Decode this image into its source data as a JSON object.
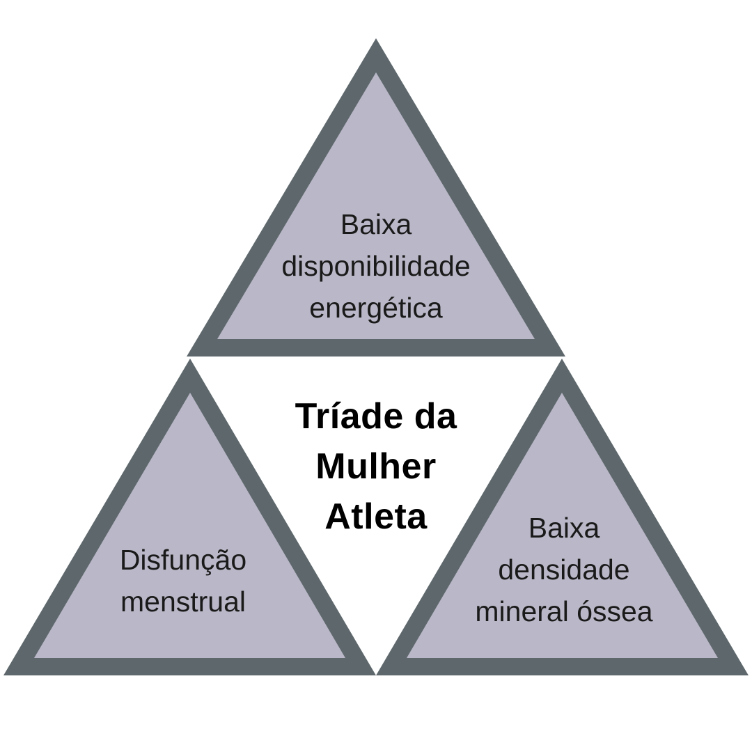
{
  "diagram": {
    "title": "Tríade da\nMulher\nAtleta",
    "triangles": {
      "top": {
        "label": "Baixa\ndisponibilidade\nenergética"
      },
      "bottom_left": {
        "label": "Disfunção\nmenstrual"
      },
      "bottom_right": {
        "label": "Baixa\ndensidade\nmineral óssea"
      }
    },
    "colors": {
      "triangle_border": "#5E686C",
      "triangle_fill": "#BAB8C8",
      "label_text": "#1A1A1A",
      "title_text": "#000000",
      "background": "#FFFFFF"
    }
  }
}
